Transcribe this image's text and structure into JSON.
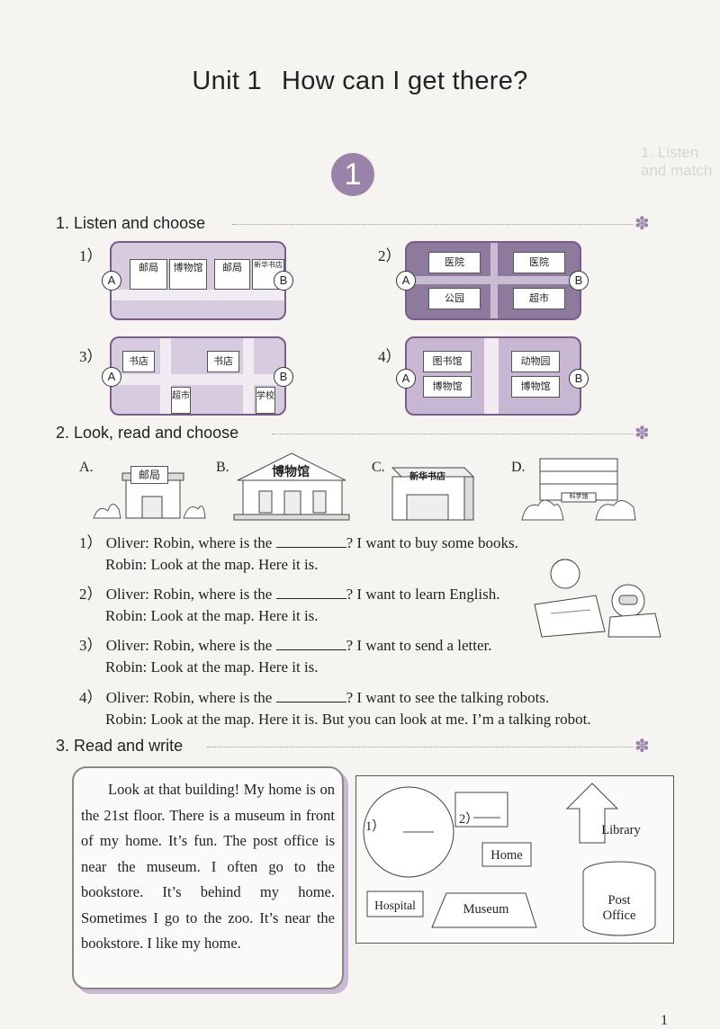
{
  "page": {
    "title_unit": "Unit 1",
    "title_question": "How can I get there?",
    "unit_badge": "1",
    "page_number": "1"
  },
  "sections": [
    {
      "label": "1. Listen and choose"
    },
    {
      "label": "2. Look, read and choose"
    },
    {
      "label": "3. Read and write"
    }
  ],
  "listen": {
    "question_labels": [
      "1）",
      "2）",
      "3）",
      "4）"
    ],
    "point_a": "A",
    "point_b": "B",
    "map1": [
      "邮局",
      "博物馆",
      "邮局",
      "新华书店"
    ],
    "map2": [
      "医院",
      "医院",
      "公园",
      "超市"
    ],
    "map3": [
      "书店",
      "书店",
      "超市",
      "学校"
    ],
    "map4": [
      "图书馆",
      "博物馆",
      "动物园",
      "博物馆"
    ]
  },
  "look": {
    "options": [
      {
        "letter": "A.",
        "sign": "邮局"
      },
      {
        "letter": "B.",
        "sign": "博物馆"
      },
      {
        "letter": "C.",
        "sign": "新华书店"
      },
      {
        "letter": "D.",
        "sign": "科学馆"
      }
    ],
    "dialogues": [
      {
        "num": "1）",
        "q_start": "Oliver: Robin, where is the ",
        "q_end": "? I want to buy some books.",
        "answer": "Robin: Look at the map.  Here it is."
      },
      {
        "num": "2）",
        "q_start": "Oliver: Robin, where is the ",
        "q_end": "? I want to learn English.",
        "answer": "Robin: Look at the map.  Here it is."
      },
      {
        "num": "3）",
        "q_start": "Oliver: Robin, where is the ",
        "q_end": "? I want to send a letter.",
        "answer": "Robin: Look at the map.  Here it is."
      },
      {
        "num": "4）",
        "q_start": "Oliver: Robin, where is the ",
        "q_end": "? I want to see the talking robots.",
        "answer": "Robin: Look at the map. Here it is. But you can look at me. I’m a talking robot."
      }
    ]
  },
  "read": {
    "passage": "Look at that building! My home is on the 21st floor. There is a museum in front of my home. It’s fun. The post office is near the museum. I often go to the bookstore. It’s behind my home. Sometimes I go to the zoo. It’s near the bookstore. I like my home.",
    "diagram": {
      "blank1": "1）",
      "blank2": "2）",
      "library": "Library",
      "home": "Home",
      "hospital": "Hospital",
      "museum": "Museum",
      "post_office_line1": "Post",
      "post_office_line2": "Office"
    }
  },
  "colors": {
    "accent": "#9b84a9",
    "map_border": "#7a5d8a"
  }
}
